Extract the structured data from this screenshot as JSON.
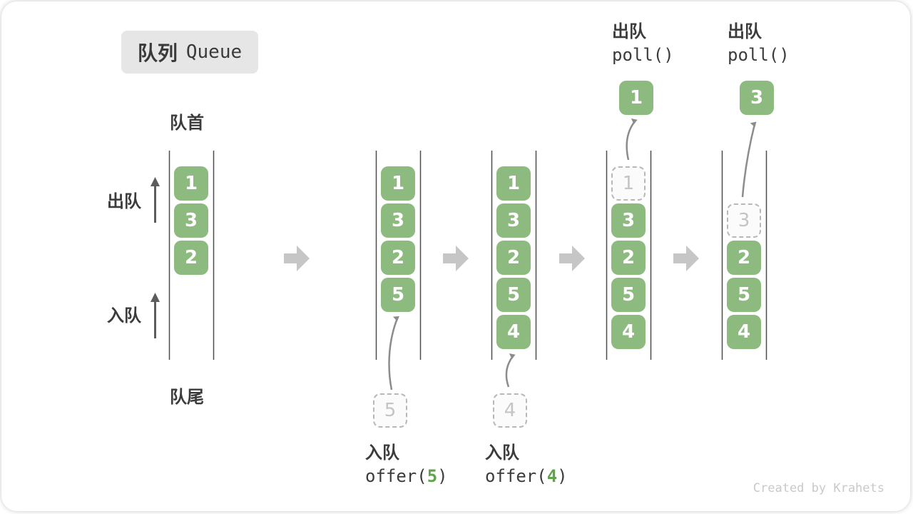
{
  "title": {
    "zh": "队列",
    "en": "Queue"
  },
  "labels": {
    "front": "队首",
    "rear": "队尾",
    "dequeue": "出队",
    "enqueue": "入队"
  },
  "operations": {
    "enqueue5": {
      "label": "入队",
      "code_pre": "offer(",
      "arg": "5",
      "code_post": ")"
    },
    "enqueue4": {
      "label": "入队",
      "code_pre": "offer(",
      "arg": "4",
      "code_post": ")"
    },
    "poll1": {
      "label": "出队",
      "code": "poll()",
      "result": "1"
    },
    "poll2": {
      "label": "出队",
      "code": "poll()",
      "result": "3"
    }
  },
  "states": [
    {
      "boxes": [
        "1",
        "3",
        "2"
      ]
    },
    {
      "boxes": [
        "1",
        "3",
        "2",
        "5"
      ],
      "incoming": "5"
    },
    {
      "boxes": [
        "1",
        "3",
        "2",
        "5",
        "4"
      ],
      "incoming": "4"
    },
    {
      "boxes": [
        "3",
        "2",
        "5",
        "4"
      ],
      "removed": "1"
    },
    {
      "boxes": [
        "2",
        "5",
        "4"
      ],
      "removed": "3"
    }
  ],
  "watermark": "Created by Krahets",
  "colors": {
    "box_green": "#8dba7e",
    "code_green": "#61a24f",
    "block_arrow_gray": "#c6c6c6",
    "wall_line": "#4d4d4d",
    "badge_bg": "#e6e6e6",
    "text": "#3c3c3c",
    "dashed_border": "#b8b8b8"
  }
}
